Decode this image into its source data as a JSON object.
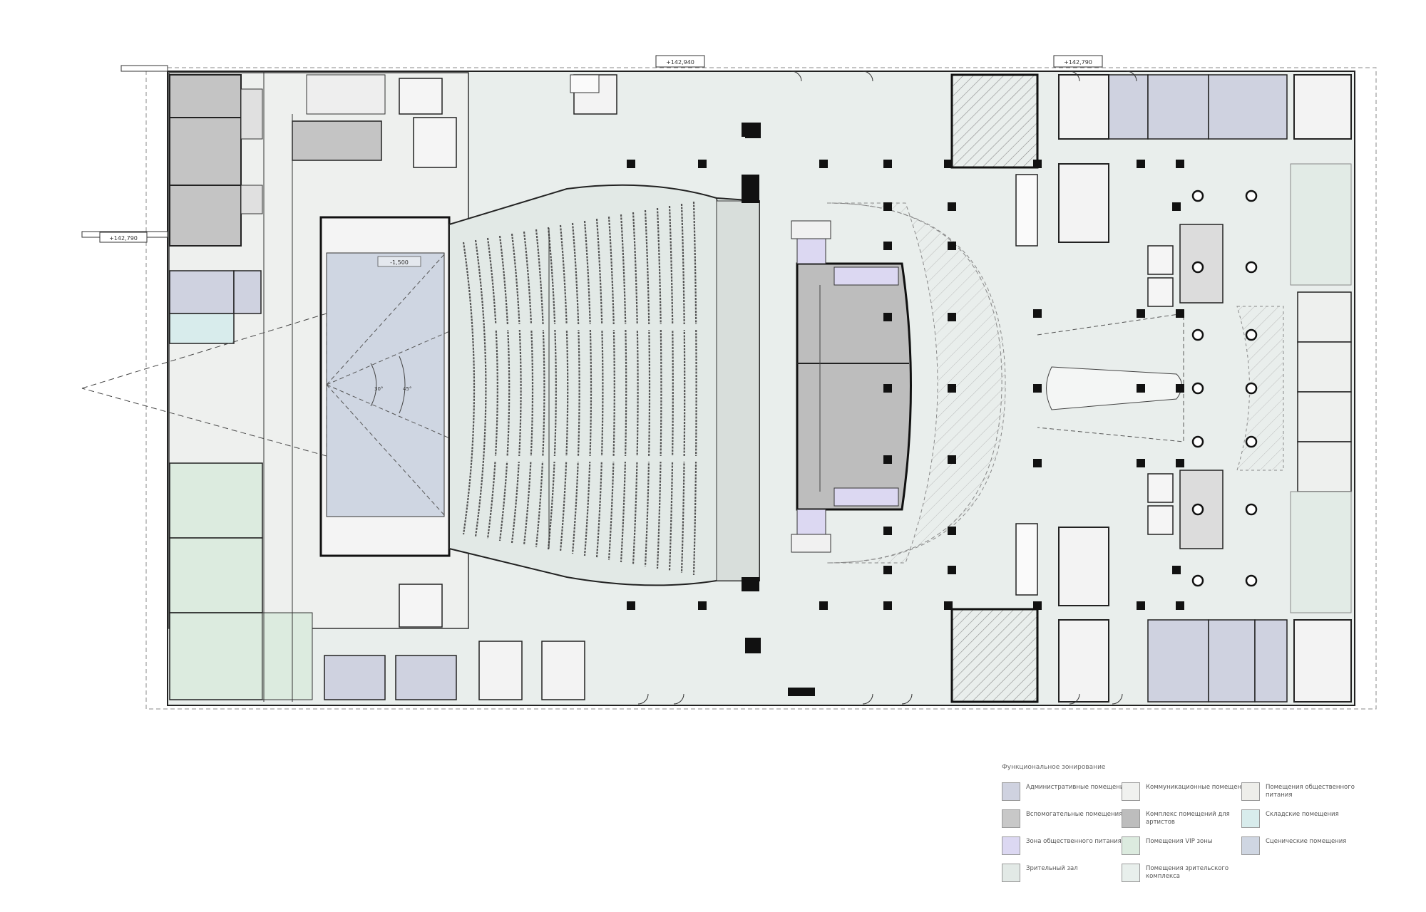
{
  "plan": {
    "elevation_marks": [
      "+142,940",
      "+142,790",
      "+142,790"
    ],
    "stage_level": "-1,500",
    "sightline_angles": [
      "30°",
      "45°"
    ]
  },
  "legend": {
    "title": "Функциональное зонирование",
    "items": [
      {
        "label": "Административные помещения",
        "color": "#cfd2e0"
      },
      {
        "label": "Вспомогательные помещения",
        "color": "#c8c8c8"
      },
      {
        "label": "Зона общественного питания",
        "color": "#dcd8f2"
      },
      {
        "label": "Зрительный зал",
        "color": "#e2e9e6"
      },
      {
        "label": "Коммуникационные помещения",
        "color": "#f0f1ef"
      },
      {
        "label": "Комплекс помещений для артистов",
        "color": "#bdbdbd"
      },
      {
        "label": "Помещения VIP зоны",
        "color": "#dcebdf"
      },
      {
        "label": "Помещения зрительского комплекса",
        "color": "#e8efec"
      },
      {
        "label": "Помещения общественного питания",
        "color": "#eeeeea"
      },
      {
        "label": "Складские помещения",
        "color": "#d8ecec"
      },
      {
        "label": "Сценические помещения",
        "color": "#cfd6e2"
      }
    ]
  }
}
